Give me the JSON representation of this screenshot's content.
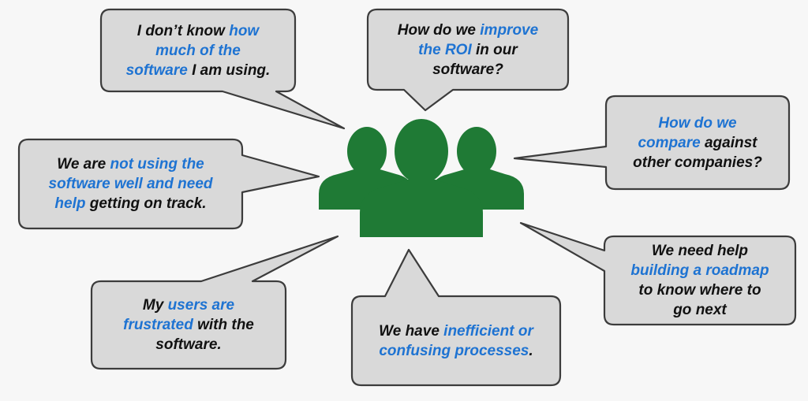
{
  "colors": {
    "bubble_fill": "#d9d9d9",
    "bubble_border": "#3c3c3c",
    "highlight_text": "#1e73d2",
    "body_text": "#111111",
    "people_icon": "#1f7a35"
  },
  "icon": "group-of-people-icon",
  "bubbles": [
    {
      "id": "software-usage-awareness",
      "lines": [
        [
          {
            "t": "I don’t know ",
            "hl": false
          },
          {
            "t": "how",
            "hl": true
          }
        ],
        [
          {
            "t": "much of the",
            "hl": true
          }
        ],
        [
          {
            "t": "software",
            "hl": true
          },
          {
            "t": " I am using.",
            "hl": false
          }
        ]
      ]
    },
    {
      "id": "improve-roi",
      "lines": [
        [
          {
            "t": "How do we ",
            "hl": false
          },
          {
            "t": "improve",
            "hl": true
          }
        ],
        [
          {
            "t": "the ROI",
            "hl": true
          },
          {
            "t": " in our",
            "hl": false
          }
        ],
        [
          {
            "t": "software?",
            "hl": false
          }
        ]
      ]
    },
    {
      "id": "compare-companies",
      "lines": [
        [
          {
            "t": "How do we",
            "hl": true
          }
        ],
        [
          {
            "t": "compare",
            "hl": true
          },
          {
            "t": " against",
            "hl": false
          }
        ],
        [
          {
            "t": "other companies?",
            "hl": false
          }
        ]
      ]
    },
    {
      "id": "not-using-well",
      "lines": [
        [
          {
            "t": "We are ",
            "hl": false
          },
          {
            "t": "not using the",
            "hl": true
          }
        ],
        [
          {
            "t": "software well and need",
            "hl": true
          }
        ],
        [
          {
            "t": "help",
            "hl": true
          },
          {
            "t": " getting on track.",
            "hl": false
          }
        ]
      ]
    },
    {
      "id": "roadmap",
      "lines": [
        [
          {
            "t": "We need help",
            "hl": false
          }
        ],
        [
          {
            "t": "building a roadmap",
            "hl": true
          }
        ],
        [
          {
            "t": "to know where to",
            "hl": false
          }
        ],
        [
          {
            "t": "go next",
            "hl": false
          }
        ]
      ]
    },
    {
      "id": "frustrated-users",
      "lines": [
        [
          {
            "t": "My ",
            "hl": false
          },
          {
            "t": "users are",
            "hl": true
          }
        ],
        [
          {
            "t": "frustrated",
            "hl": true
          },
          {
            "t": " with the",
            "hl": false
          }
        ],
        [
          {
            "t": "software.",
            "hl": false
          }
        ]
      ]
    },
    {
      "id": "inefficient-processes",
      "lines": [
        [
          {
            "t": "We have ",
            "hl": false
          },
          {
            "t": "inefficient or",
            "hl": true
          }
        ],
        [
          {
            "t": "confusing processes",
            "hl": true
          },
          {
            "t": ".",
            "hl": false
          }
        ]
      ]
    }
  ]
}
